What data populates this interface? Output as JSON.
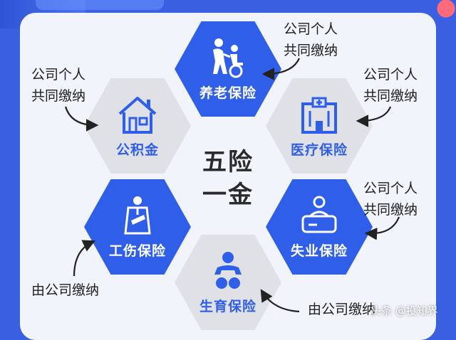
{
  "center_title": [
    "五险",
    "一金"
  ],
  "hexagons": [
    {
      "id": "pension",
      "label": "养老保险",
      "icon": "elderly-care-icon",
      "style": "blue"
    },
    {
      "id": "housing",
      "label": "公积金",
      "icon": "house-icon",
      "style": "grey"
    },
    {
      "id": "medical",
      "label": "医疗保险",
      "icon": "hospital-icon",
      "style": "grey"
    },
    {
      "id": "injury",
      "label": "工伤保险",
      "icon": "injured-worker-icon",
      "style": "blue"
    },
    {
      "id": "unemployment",
      "label": "失业保险",
      "icon": "job-desk-icon",
      "style": "blue"
    },
    {
      "id": "maternity",
      "label": "生育保险",
      "icon": "baby-icon",
      "style": "grey"
    }
  ],
  "notes": {
    "pension": [
      "公司个人",
      "共同缴纳"
    ],
    "housing": [
      "公司个人",
      "共同缴纳"
    ],
    "medical": [
      "公司个人",
      "共同缴纳"
    ],
    "unemployment": [
      "公司个人",
      "共同缴纳"
    ],
    "injury": [
      "由公司缴纳"
    ],
    "maternity": [
      "由公司缴纳"
    ]
  },
  "watermark": "头条 @投知界",
  "colors": {
    "accent_blue": "#2f5ee8",
    "hex_grey": "#dfe1e7",
    "panel": "#f1f4fa",
    "background": "#3a5fe0"
  }
}
